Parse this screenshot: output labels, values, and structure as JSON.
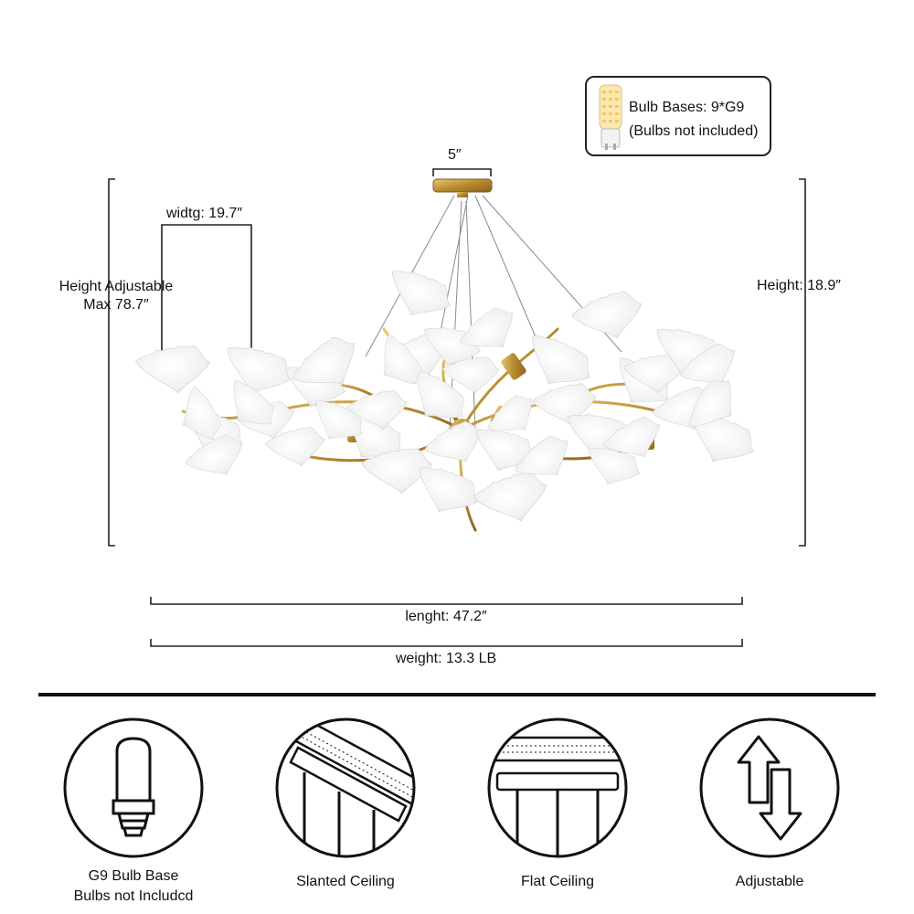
{
  "bulb_box": {
    "line1": "Bulb Bases: 9*G9",
    "line2": "(Bulbs not included)"
  },
  "dimensions": {
    "base_width": "5″",
    "width": "widtg: 19.7″",
    "height_adjustable_line1": "Height Adjustable",
    "height_adjustable_line2": "Max 78.7″",
    "height": "Height: 18.9″",
    "length": "lenght: 47.2″",
    "weight": "weight: 13.3 LB"
  },
  "features": [
    {
      "icon": "g9-bulb-icon",
      "line1": "G9 Bulb Base",
      "line2": "Bulbs not Includcd"
    },
    {
      "icon": "slanted-ceiling-icon",
      "line1": "Slanted Ceiling"
    },
    {
      "icon": "flat-ceiling-icon",
      "line1": "Flat Ceiling"
    },
    {
      "icon": "adjustable-arrows-icon",
      "line1": "Adjustable"
    }
  ],
  "colors": {
    "leaf": "#f6f6f6",
    "leaf_shadow": "#d9d9d9",
    "brass": "#c9a24a",
    "line": "#222222"
  }
}
